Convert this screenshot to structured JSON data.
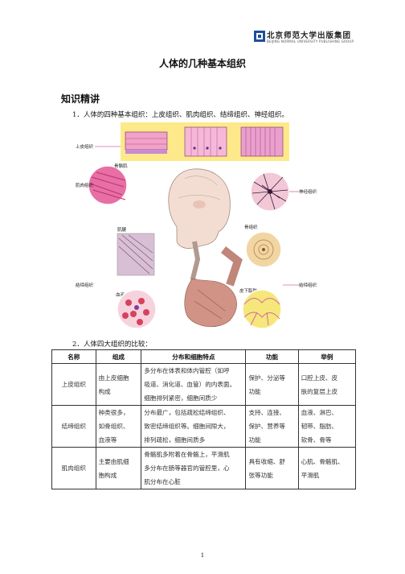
{
  "publisher": {
    "name": "北京师范大学出版集团",
    "name_en": "BEIJING NORMAL UNIVERSITY PUBLISHING GROUP"
  },
  "title": "人体的几种基本组织",
  "section_heading": "知识精讲",
  "para1": "1．人体的四种基本组织：上皮组织、肌肉组织、结缔组织、神经组织。",
  "figure_labels": {
    "epithelial": "上皮组织",
    "skeletal": "骨骼肌",
    "muscle": "肌肉组织",
    "nerve": "神经组织",
    "tendon": "肌腱",
    "bone": "骨组织",
    "connective_left": "结缔组织",
    "connective_right": "结缔组织",
    "blood": "血液",
    "fat": "皮下脂肪"
  },
  "para2": "2．人体四大组织的比较：",
  "table": {
    "headers": [
      "名称",
      "组成",
      "分布和细胞特点",
      "功能",
      "举例"
    ],
    "rows": [
      {
        "name": "上皮组织",
        "composition": [
          "由上皮细胞",
          "构成"
        ],
        "distribution": [
          "多分布在体表和体内管腔（如呼",
          "吸道、消化道、血管）的内表面。",
          "细胞排列紧密，细胞间质少"
        ],
        "function": [
          "保护、分泌等",
          "功能"
        ],
        "example": [
          "口腔上皮、皮",
          "肤的复层上皮"
        ]
      },
      {
        "name": "结缔组织",
        "composition": [
          "种类很多，",
          "如骨组织、",
          "血液等"
        ],
        "distribution": [
          "分布最广，包括疏松结缔组织、",
          "致密结缔组织等。细胞间隙大，",
          "排列疏松，细胞间质多"
        ],
        "function": [
          "支持、连接、",
          "保护、营养等",
          "功能"
        ],
        "example": [
          "血液、淋巴、",
          "韧带、脂肪、",
          "软骨、骨等"
        ]
      },
      {
        "name": "肌肉组织",
        "composition": [
          "主要由肌细",
          "胞构成"
        ],
        "distribution": [
          "骨骼肌多附着在骨骼上，平滑肌",
          "多分布在肠等器官的管腔里，心",
          "肌分布在心脏"
        ],
        "function": [
          "具有收缩、舒",
          "张等功能"
        ],
        "example": [
          "心肌、骨骼肌、",
          "平滑肌"
        ]
      }
    ]
  },
  "page_number": "1",
  "colors": {
    "logo_blue": "#1d4f9c",
    "epithelial_bg": "#fde98a",
    "muscle_pink": "#e86fa6",
    "nerve_pink": "#f2c7d6",
    "fat_yellow": "#f6e77a"
  }
}
